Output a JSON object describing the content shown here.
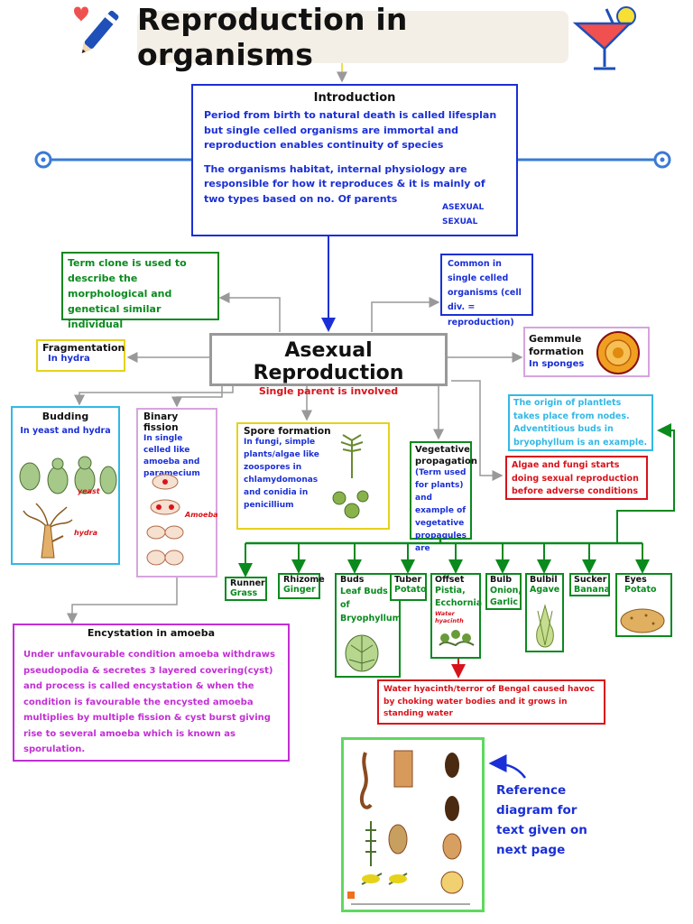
{
  "title": "Reproduction in organisms",
  "intro": {
    "heading": "Introduction",
    "p1": "Period from birth to natural death is called lifesplan but single celled organisms are immortal and reproduction enables continuity of species",
    "p2": "The organisms habitat, internal physiology are responsible for how it reproduces & it is mainly of two types based on no. Of parents",
    "types": [
      "ASEXUAL",
      "SEXUAL"
    ]
  },
  "clone_note": "Term clone is used to describe the morphological and genetical similar individual",
  "single_cell_note": "Common in single celled organisms (cell div. = reproduction)",
  "asexual": {
    "title": "Asexual Reproduction",
    "subtitle": "Single parent is involved"
  },
  "fragmentation": {
    "heading": "Fragmentation",
    "text": "In hydra"
  },
  "gemmule": {
    "heading": "Gemmule formation",
    "text": "In sponges"
  },
  "budding": {
    "heading": "Budding",
    "text": "In yeast and hydra",
    "labels": [
      "yeast",
      "hydra"
    ]
  },
  "binary": {
    "heading": "Binary fission",
    "text": "In single celled like amoeba and paramecium",
    "label": "Amoeba"
  },
  "spore": {
    "heading": "Spore formation",
    "text": "In fungi, simple plants/algae like zoospores in chlamydomonas and conidia in penicillium"
  },
  "vegetative": {
    "heading": "Vegetative propagation",
    "text": "(Term used for plants) and example of vegetative propagules are"
  },
  "plantlets_note": "The origin of plantlets takes place from nodes. Adventitious buds in bryophyllum is an example.",
  "algae_note": "Algae and fungi starts doing sexual reproduction before adverse conditions",
  "propagules": [
    {
      "name": "Runner",
      "example": "Grass"
    },
    {
      "name": "Rhizome",
      "example": "Ginger"
    },
    {
      "name": "Buds",
      "example": "Leaf Buds of Bryophyllum"
    },
    {
      "name": "Tuber",
      "example": "Potato"
    },
    {
      "name": "Offset",
      "example": "Pistia, Ecchornia"
    },
    {
      "name": "Bulb",
      "example": "Onion, Garlic"
    },
    {
      "name": "Bulbil",
      "example": "Agave"
    },
    {
      "name": "Sucker",
      "example": "Banana"
    },
    {
      "name": "Eyes",
      "example": "Potato"
    }
  ],
  "offset_label": "Water hyacinth",
  "water_hyacinth_note": "Water hyacinth/terror of Bengal caused havoc by choking water bodies and it grows in standing water",
  "encystation": {
    "heading": "Encystation in amoeba",
    "text": "Under unfavourable condition amoeba withdraws pseudopodia & secretes 3 layered covering(cyst) and process is called encystation & when the condition is favourable the encysted amoeba multiplies by multiple fission & cyst burst giving rise to several amoeba which is known as sporulation."
  },
  "reference_note": "Reference diagram for text given on next page",
  "colors": {
    "blue": "#1a2fd6",
    "green": "#0a8a1e",
    "red": "#d8131b",
    "purple": "#c22fd4",
    "cyan": "#33b8e6",
    "gray": "#999999",
    "yellow": "#e6d21a",
    "orange": "#f0a020",
    "dark_red": "#8a1010"
  }
}
